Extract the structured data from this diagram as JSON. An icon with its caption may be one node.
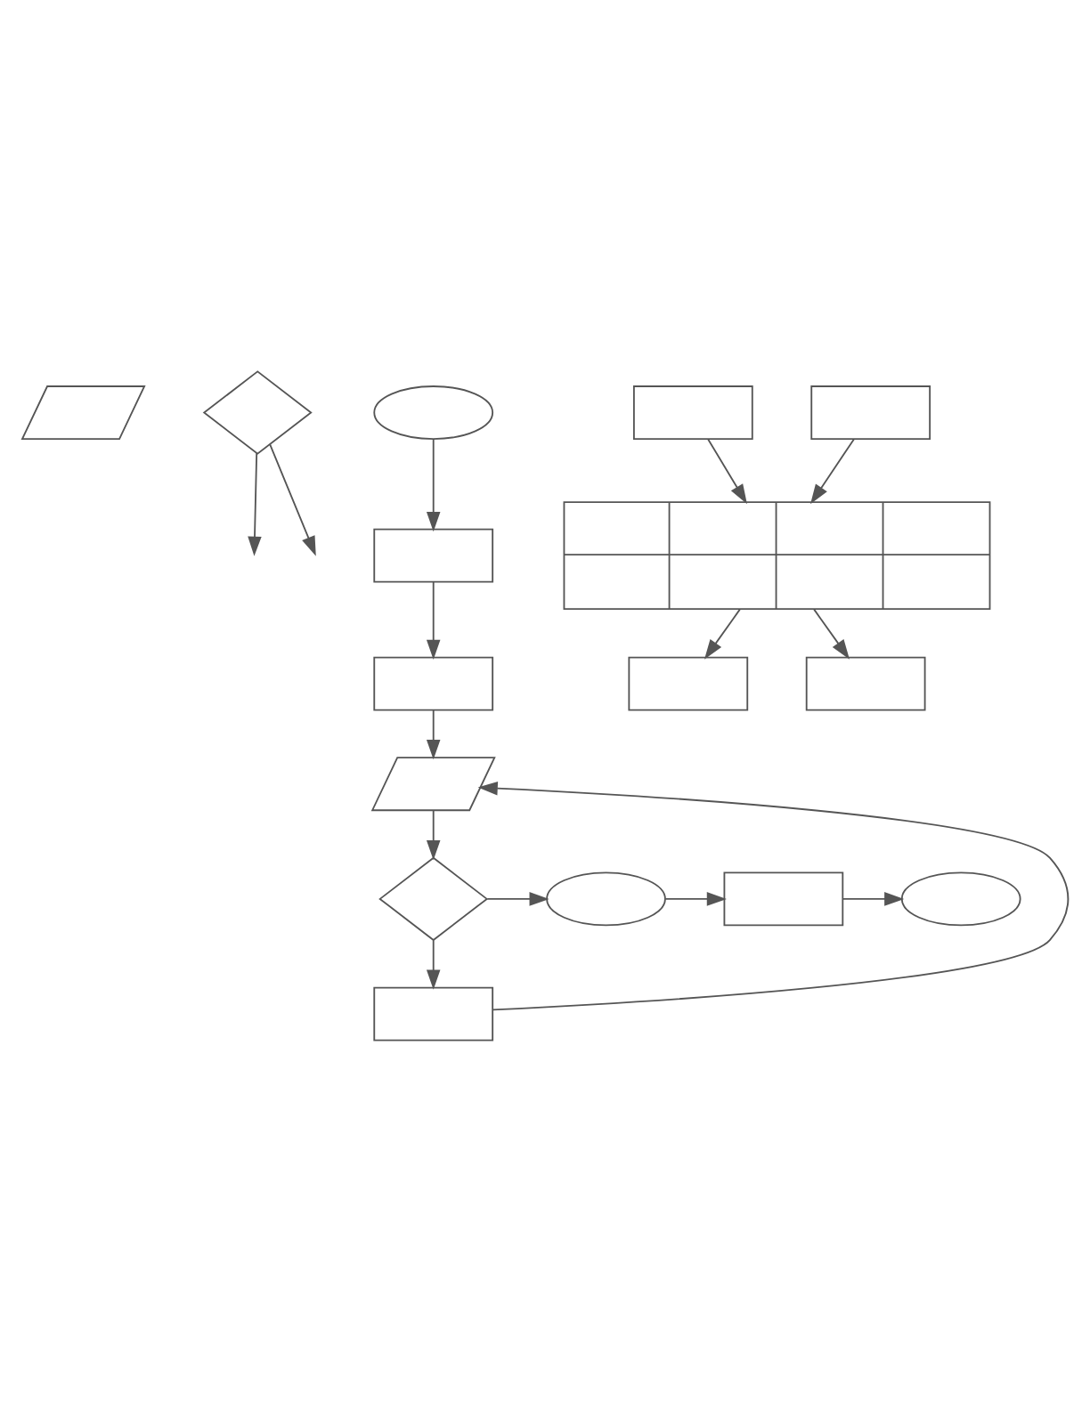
{
  "diagram": {
    "nodes": [
      {
        "text": [],
        "shape": "parallelogram"
      },
      {
        "text": [],
        "shape": "diamond"
      },
      {
        "text": [],
        "shape": "oval"
      },
      {
        "text": [],
        "shape": "box"
      },
      {
        "text": [],
        "shape": "box"
      },
      {
        "text": [],
        "shape": "parallelogram"
      },
      {
        "text": [],
        "shape": "diamond"
      },
      {
        "text": [],
        "shape": "oval"
      },
      {
        "text": [],
        "shape": "box"
      },
      {
        "text": [],
        "shape": "oval"
      },
      {
        "text": [],
        "shape": "box"
      },
      {
        "text": [],
        "shape": "box"
      },
      {
        "text": [],
        "shape": "box"
      },
      {
        "text": [],
        "shape": "table"
      },
      {
        "text": [],
        "shape": "box"
      },
      {
        "text": [],
        "shape": "box"
      }
    ],
    "edges": [
      {
        "from": 1,
        "to": null,
        "arrow": "to"
      },
      {
        "from": 1,
        "to": null,
        "arrow": "to"
      },
      {
        "from": 2,
        "to": 3,
        "arrow": "to"
      },
      {
        "from": 3,
        "to": 4,
        "arrow": "to"
      },
      {
        "from": 4,
        "to": 5,
        "arrow": "to"
      },
      {
        "from": 5,
        "to": 6,
        "arrow": "to"
      },
      {
        "from": 6,
        "to": 7,
        "arrow": "to"
      },
      {
        "from": 7,
        "to": 8,
        "arrow": "to"
      },
      {
        "from": 8,
        "to": 9,
        "arrow": "to"
      },
      {
        "from": 6,
        "to": 10,
        "arrow": "to"
      },
      {
        "from": 10,
        "to": 5,
        "arrow": "to"
      },
      {
        "from": 11,
        "to": 13,
        "arrow": "to"
      },
      {
        "from": 12,
        "to": 13,
        "arrow": "to"
      },
      {
        "from": 13,
        "to": 14,
        "arrow": "to"
      },
      {
        "from": 13,
        "to": 15,
        "arrow": "to"
      }
    ]
  }
}
